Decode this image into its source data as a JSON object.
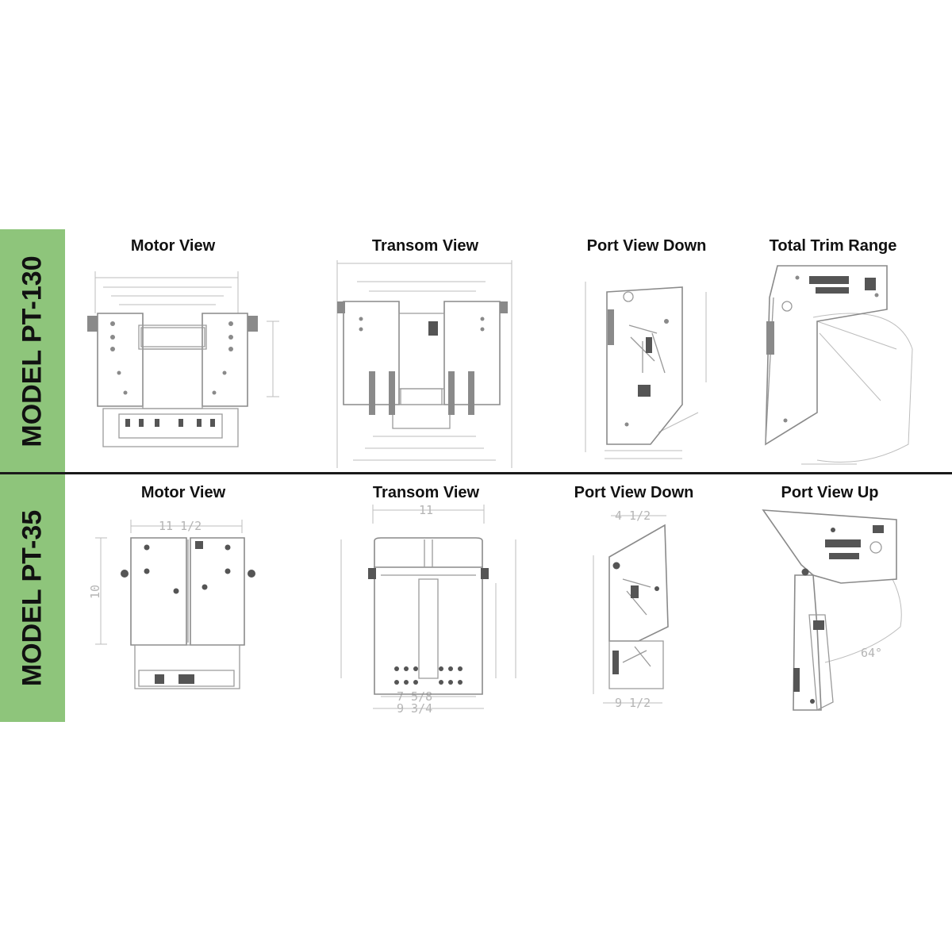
{
  "models": [
    {
      "id": "pt-130",
      "label": "MODEL PT-130",
      "views": [
        "Motor View",
        "Transom View",
        "Port View Down",
        "Total Trim Range"
      ]
    },
    {
      "id": "pt-35",
      "label": "MODEL PT-35",
      "views": [
        "Motor View",
        "Transom View",
        "Port View Down",
        "Port View Up"
      ],
      "dimensions": {
        "motor_width": "11 1/2",
        "motor_height": "10",
        "transom_top": "11",
        "transom_bottom_1": "7 5/8",
        "transom_bottom_2": "9 3/4",
        "port_top": "4 1/2",
        "port_bottom": "9 1/2",
        "trim_angle": "64°"
      }
    }
  ],
  "colors": {
    "band": "#8ec57b",
    "divider": "#1a1a1a",
    "line": "#9a9a9a"
  }
}
